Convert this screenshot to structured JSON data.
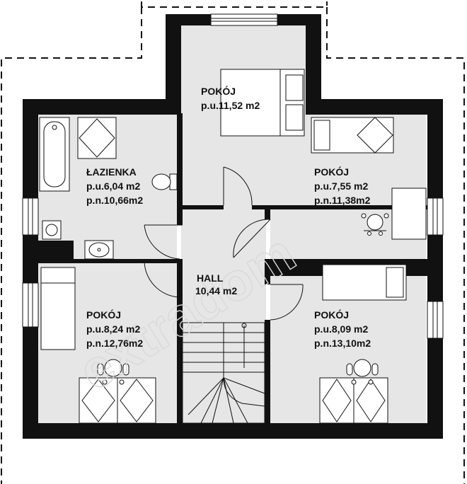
{
  "colors": {
    "wall": "#111111",
    "room_fill": "#e6e6e6",
    "outline": "#111111",
    "watermark": "#d9d9d9"
  },
  "watermark": "extradom",
  "rooms": {
    "bedroom_top": {
      "name": "POKÓJ",
      "area": "p.u.11,52 m2"
    },
    "bathroom": {
      "name": "ŁAZIENKA",
      "area_pu": "p.u.6,04 m2",
      "area_pn": "p.n.10,66m2"
    },
    "bedroom_right": {
      "name": "POKÓJ",
      "area_pu": "p.u.7,55 m2",
      "area_pn": "p.n.11,38m2"
    },
    "hall": {
      "name": "HALL",
      "area": "10,44 m2"
    },
    "bedroom_left": {
      "name": "POKÓJ",
      "area_pu": "p.u.8,24 m2",
      "area_pn": "p.n.12,76m2"
    },
    "bedroom_bottom_right": {
      "name": "POKÓJ",
      "area_pu": "p.u.8,09 m2",
      "area_pn": "p.n.13,10m2"
    }
  },
  "icons": [
    "bathtub-icon",
    "toilet-icon",
    "washbasin-icon",
    "double-bed-icon",
    "single-bed-icon",
    "desk-icon",
    "office-chair-icon",
    "wardrobe-icon",
    "stairs-icon",
    "door-swing-icon",
    "window-icon"
  ]
}
